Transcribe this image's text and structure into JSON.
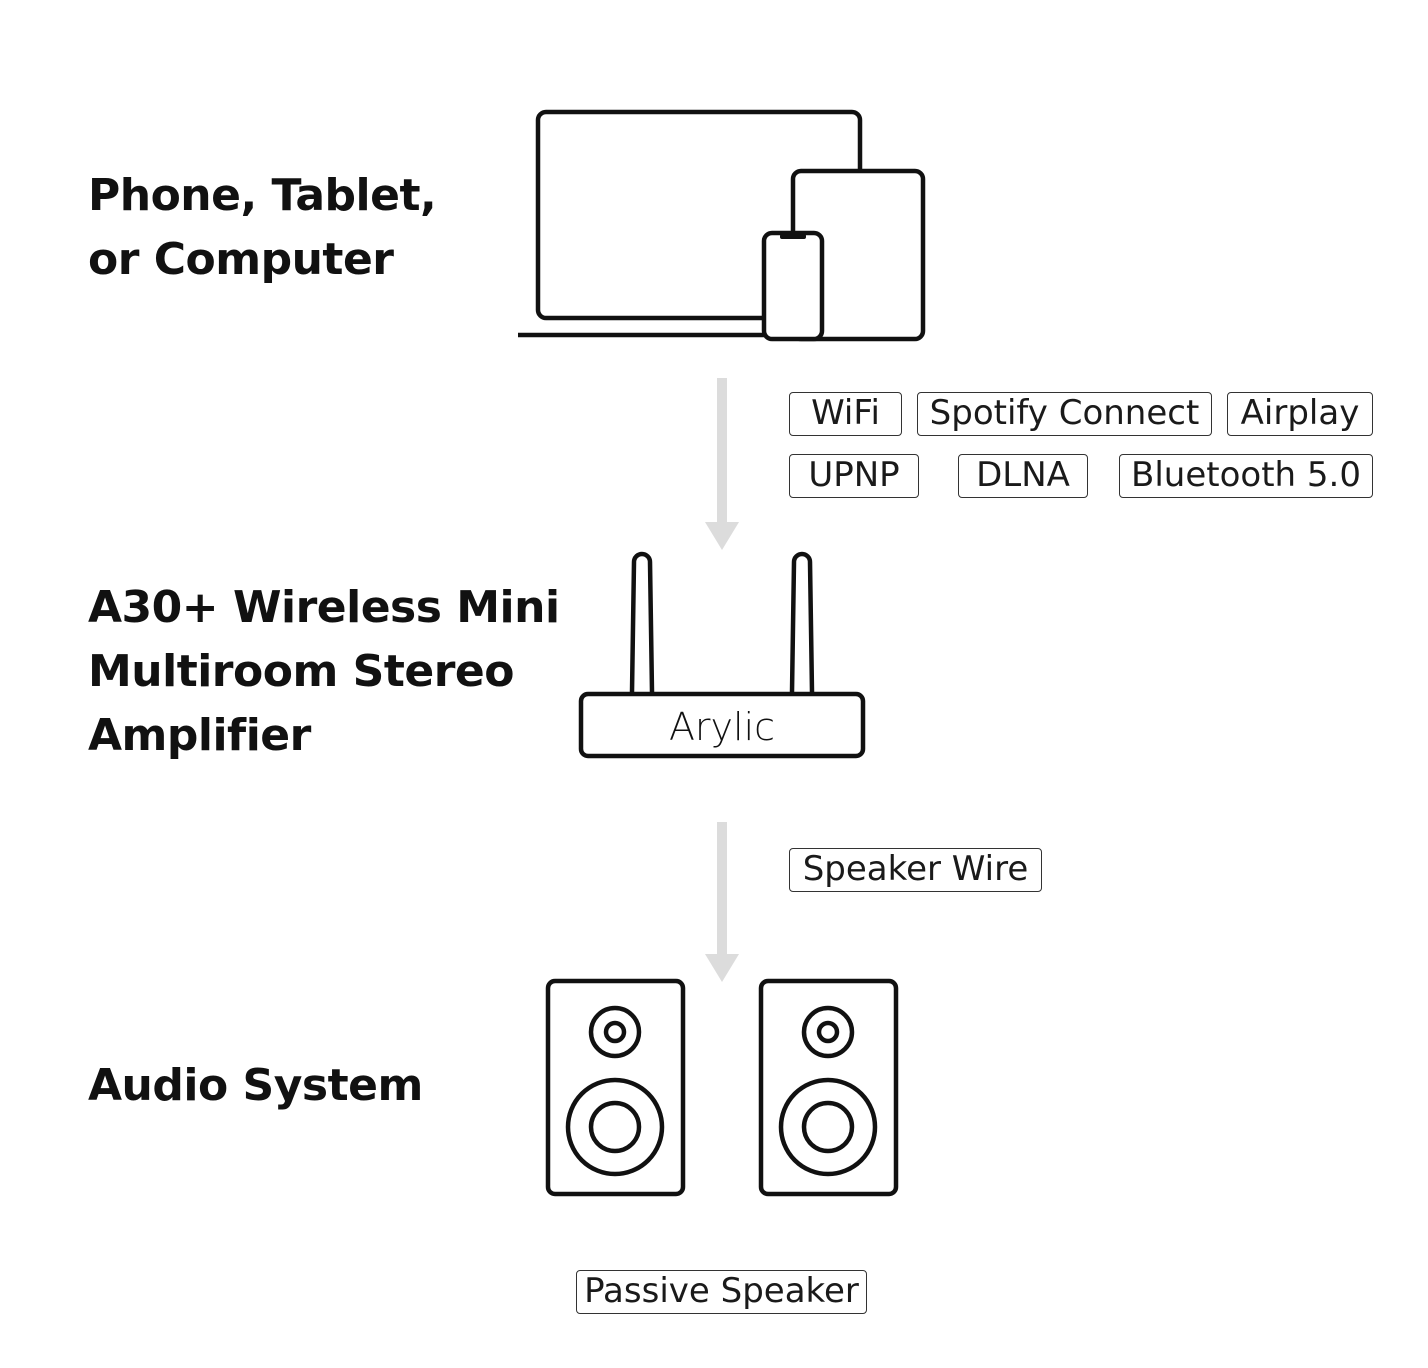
{
  "levels": {
    "source": {
      "label_lines": [
        "Phone, Tablet,",
        "or Computer"
      ]
    },
    "amplifier": {
      "label_lines": [
        "A30+ Wireless Mini",
        "Multiroom Stereo",
        "Amplifier"
      ],
      "brand": "Arylic"
    },
    "output": {
      "label_lines": [
        "Audio System"
      ]
    }
  },
  "connections": {
    "wireless": {
      "row1": [
        "WiFi",
        "Spotify Connect",
        "Airplay"
      ],
      "row2": [
        "UPNP",
        "DLNA",
        "Bluetooth 5.0"
      ]
    },
    "wired": [
      "Speaker Wire"
    ]
  },
  "speaker_type": "Passive Speaker",
  "icons": [
    "laptop-icon",
    "tablet-icon",
    "phone-icon",
    "amplifier-icon",
    "speaker-icon",
    "speaker-icon",
    "arrow-down-icon",
    "arrow-down-icon"
  ],
  "colors": {
    "text": "#111111",
    "arrow": "#dcdcdc",
    "outline": "#111111"
  }
}
